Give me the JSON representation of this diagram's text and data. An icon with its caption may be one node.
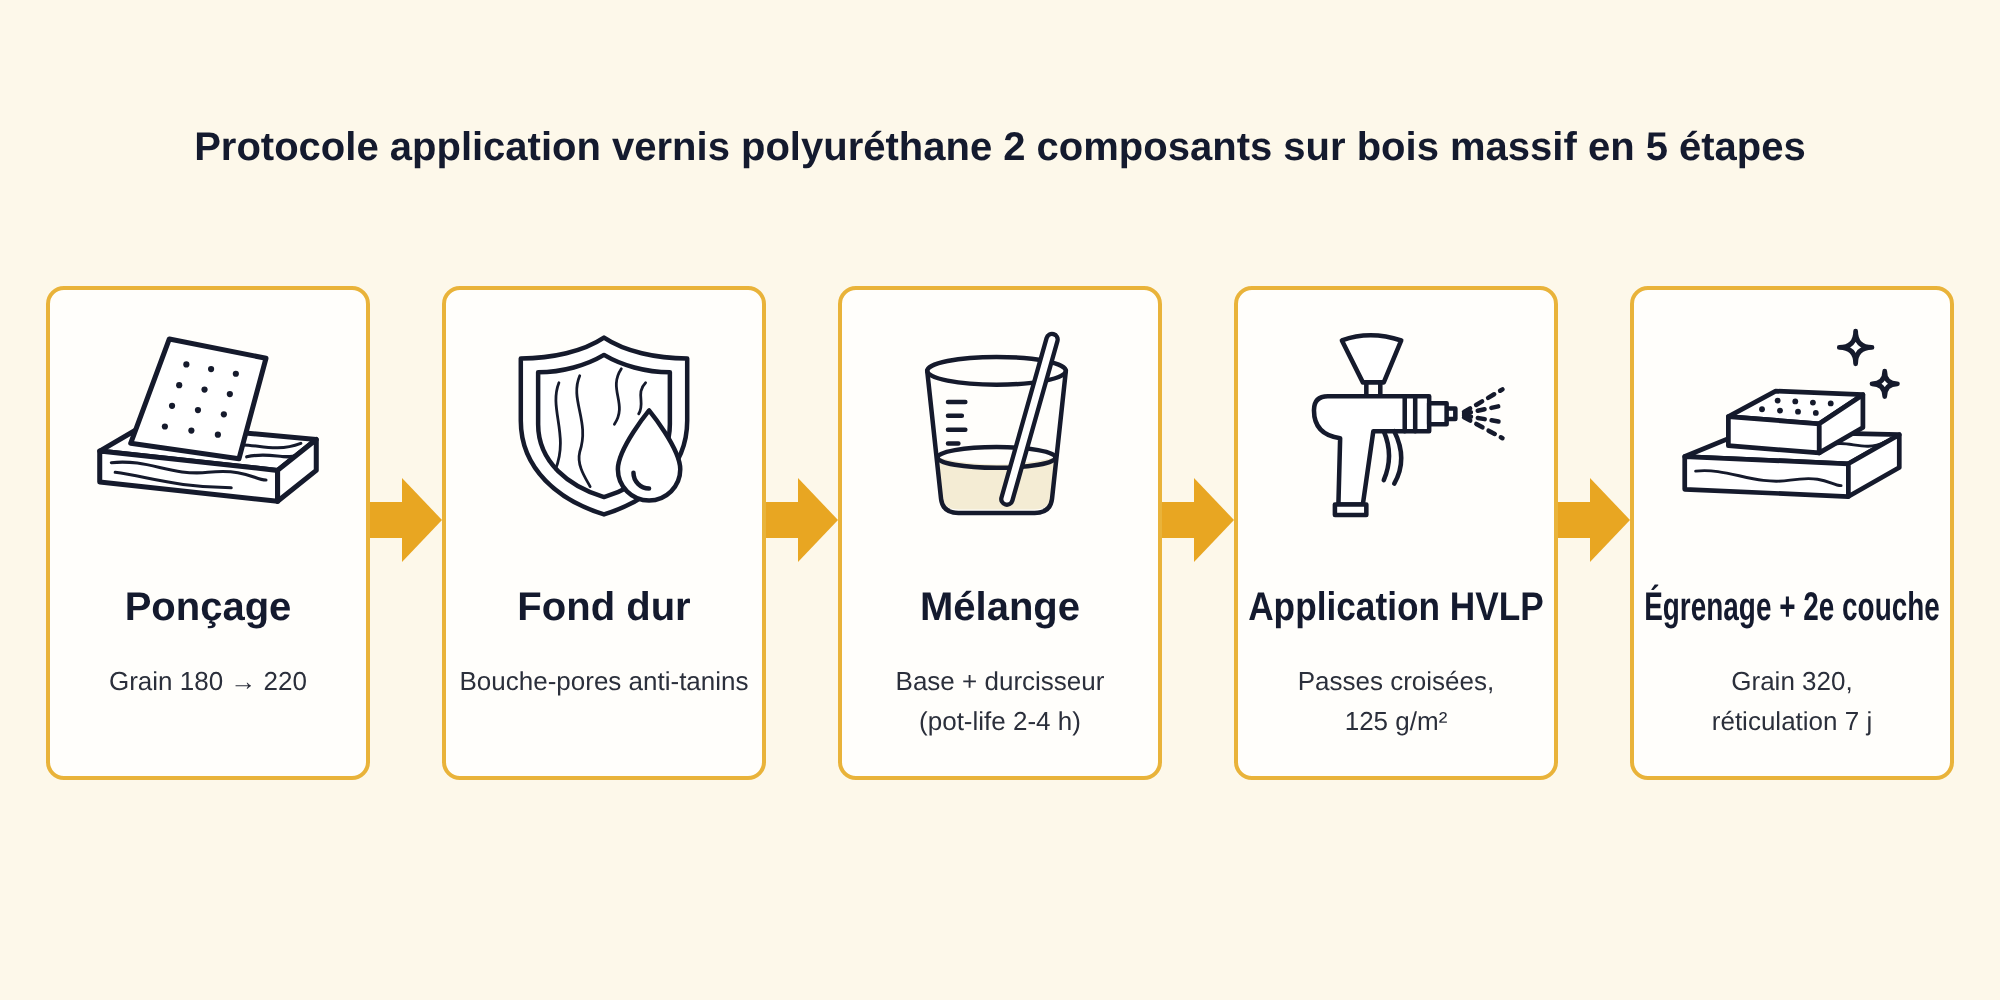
{
  "diagram": {
    "title": "Protocole application vernis polyuréthane 2 composants sur bois massif en 5 étapes",
    "nodes": [
      {
        "text": [
          "Ponçage",
          "Grain 180 → 220"
        ]
      },
      {
        "text": [
          "Fond dur",
          "Bouche-pores anti-tanins"
        ]
      },
      {
        "text": [
          "Mélange",
          "Base + durcisseur (pot-life 2-4 h)"
        ]
      },
      {
        "text": [
          "Application HVLP",
          "Passes croisées, 125 g/m²"
        ]
      },
      {
        "text": [
          "Égrenage + 2e couche",
          "Grain 320, réticulation 7 j"
        ]
      }
    ],
    "edges": [
      {
        "from": 0,
        "to": 1,
        "arrow": "to"
      },
      {
        "from": 1,
        "to": 2,
        "arrow": "to"
      },
      {
        "from": 2,
        "to": 3,
        "arrow": "to"
      },
      {
        "from": 3,
        "to": 4,
        "arrow": "to"
      }
    ]
  }
}
